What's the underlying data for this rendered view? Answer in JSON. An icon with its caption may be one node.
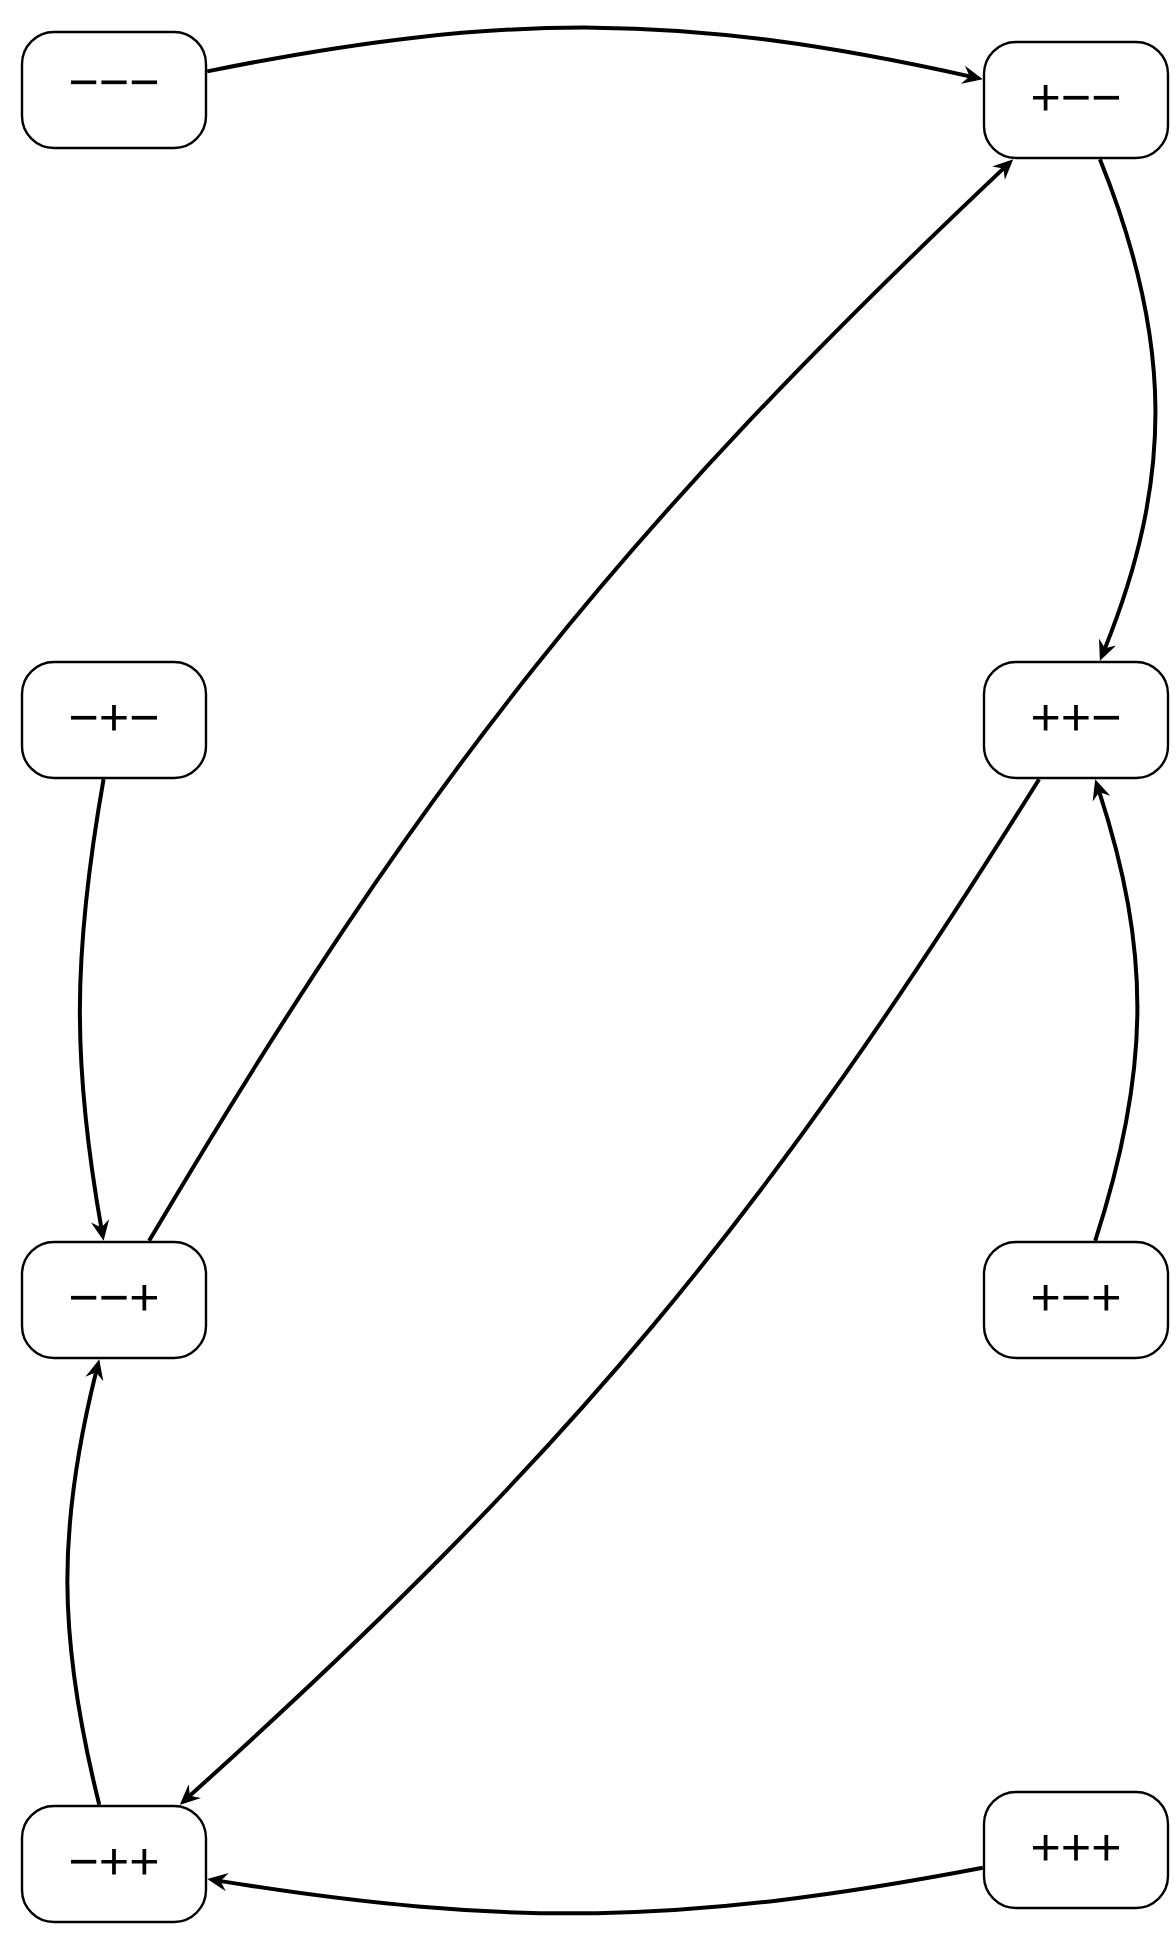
{
  "diagram": {
    "nodes": [
      {
        "text": [
          "−−−"
        ]
      },
      {
        "text": [
          "+−−"
        ]
      },
      {
        "text": [
          "−+−"
        ]
      },
      {
        "text": [
          "++−"
        ]
      },
      {
        "text": [
          "−−+"
        ]
      },
      {
        "text": [
          "+−+"
        ]
      },
      {
        "text": [
          "−++"
        ]
      },
      {
        "text": [
          "+++"
        ]
      }
    ],
    "edges": [
      {
        "from": 0,
        "to": 1,
        "arrow": "to"
      },
      {
        "from": 1,
        "to": 3,
        "arrow": "to"
      },
      {
        "from": 2,
        "to": 4,
        "arrow": "to"
      },
      {
        "from": 4,
        "to": 1,
        "arrow": "to"
      },
      {
        "from": 3,
        "to": 6,
        "arrow": "to"
      },
      {
        "from": 5,
        "to": 3,
        "arrow": "to"
      },
      {
        "from": 6,
        "to": 4,
        "arrow": "to"
      },
      {
        "from": 7,
        "to": 6,
        "arrow": "to"
      }
    ]
  }
}
